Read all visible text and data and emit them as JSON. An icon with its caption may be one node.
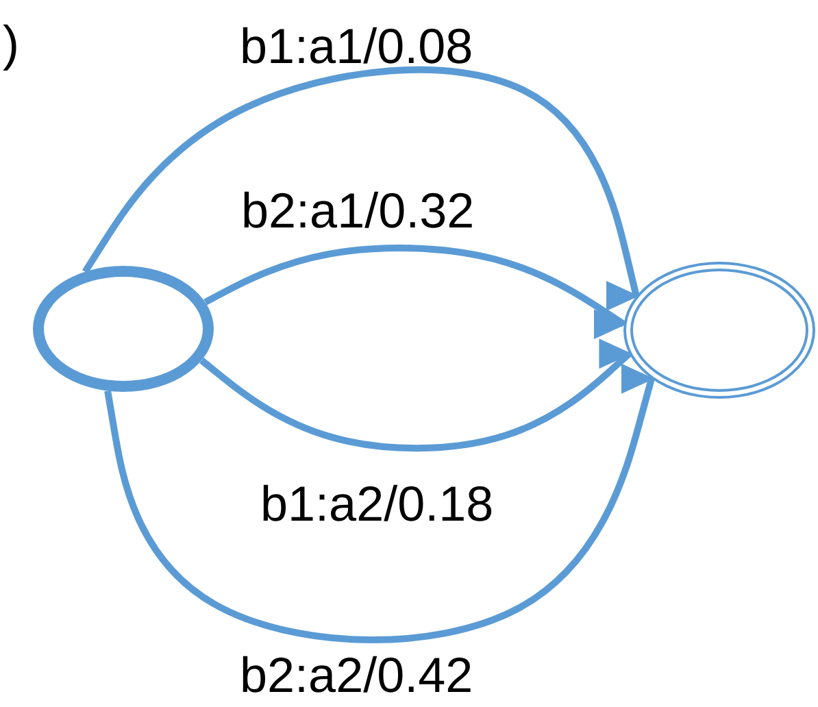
{
  "diagram": {
    "nodes": [
      {
        "text": [],
        "shape": "circle"
      },
      {
        "text": [],
        "shape": "circle"
      }
    ],
    "edges": [
      {
        "from": 0,
        "to": 1,
        "arrow": "to",
        "label": "b1:a1/0.08"
      },
      {
        "from": 0,
        "to": 1,
        "arrow": "to",
        "label": "b2:a1/0.32"
      },
      {
        "from": 0,
        "to": 1,
        "arrow": "to",
        "label": "b1:a2/0.18"
      },
      {
        "from": 0,
        "to": 1,
        "arrow": "to",
        "label": "b2:a2/0.42"
      }
    ],
    "labels": [
      ")"
    ]
  }
}
